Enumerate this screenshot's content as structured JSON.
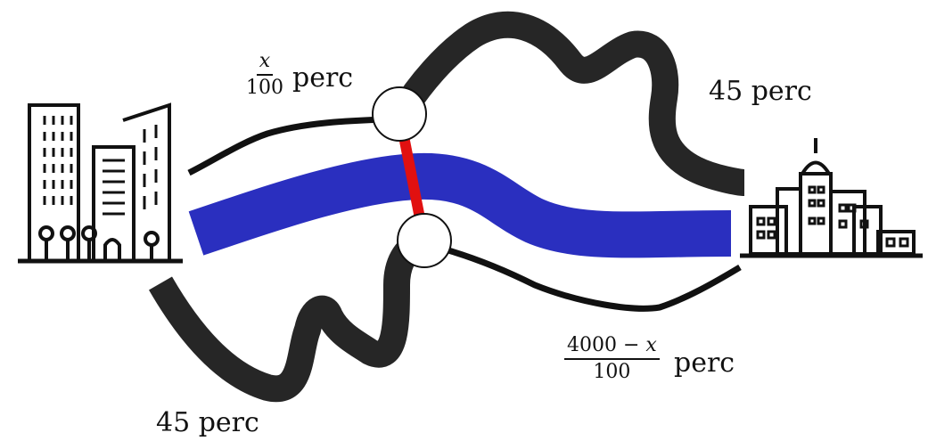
{
  "labels": {
    "top_left_fraction": {
      "numerator": "x",
      "denominator": "100",
      "unit": "perc"
    },
    "top_right": "45 perc",
    "bottom_left": "45 perc",
    "bottom_right_fraction": {
      "numerator_constant": "4000 −",
      "numerator_var": "x",
      "denominator": "100",
      "unit": "perc"
    }
  },
  "icons": {
    "left_city": "city-buildings-icon",
    "right_city": "city-skyline-icon"
  },
  "colors": {
    "river": "#2a2fbf",
    "bridge": "#e11010",
    "road_thick": "#262626",
    "road_thin": "#111111",
    "bridge_node_fill": "#ffffff"
  }
}
